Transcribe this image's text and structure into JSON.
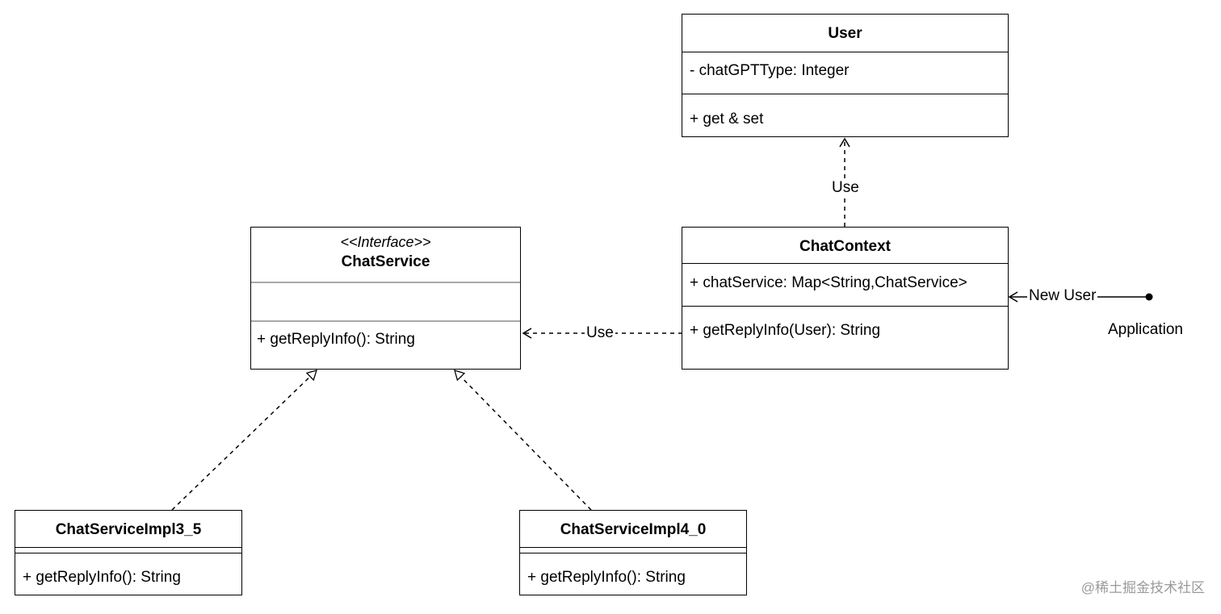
{
  "colors": {
    "stroke": "#000000",
    "background": "#ffffff",
    "compartment_divider_interface": "#a8a8a8",
    "watermark": "#9a9a9a"
  },
  "classes": {
    "user": {
      "name": "User",
      "attributes": [
        "- chatGPTType: Integer"
      ],
      "methods": [
        "+ get & set"
      ]
    },
    "chat_context": {
      "name": "ChatContext",
      "attributes": [
        "+ chatService: Map<String,ChatService>"
      ],
      "methods": [
        "+ getReplyInfo(User): String"
      ]
    },
    "chat_service": {
      "stereotype": "<<Interface>>",
      "name": "ChatService",
      "attributes": [],
      "methods": [
        "+ getReplyInfo(): String"
      ]
    },
    "impl_3_5": {
      "name": "ChatServiceImpl3_5",
      "attributes": [],
      "methods": [
        "+ getReplyInfo(): String"
      ]
    },
    "impl_4_0": {
      "name": "ChatServiceImpl4_0",
      "attributes": [],
      "methods": [
        "+ getReplyInfo(): String"
      ]
    }
  },
  "relations": {
    "context_uses_user": {
      "type": "dependency",
      "label": "Use"
    },
    "context_uses_service": {
      "type": "dependency",
      "label": "Use"
    },
    "impl_3_5_realizes_service": {
      "type": "realization",
      "label": ""
    },
    "impl_4_0_realizes_service": {
      "type": "realization",
      "label": ""
    },
    "application_to_context": {
      "type": "association",
      "label": "New User"
    }
  },
  "actors": {
    "application": {
      "label": "Application"
    }
  },
  "watermark": {
    "text": "@稀土掘金技术社区"
  }
}
